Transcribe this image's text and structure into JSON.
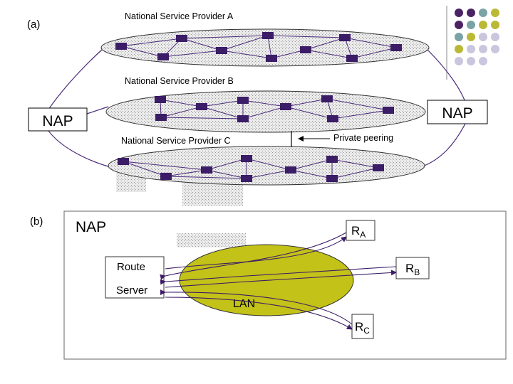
{
  "part_a": {
    "label": "(a)",
    "provider_a": "National Service Provider A",
    "provider_b": "National Service Provider B",
    "provider_c": "National Service Provider C",
    "nap_left": "NAP",
    "nap_right": "NAP",
    "private_peering": "Private peering"
  },
  "part_b": {
    "label": "(b)",
    "nap": "NAP",
    "route_server_line1": "Route",
    "route_server_line2": "Server",
    "lan": "LAN",
    "router_a": {
      "main": "R",
      "sub": "A"
    },
    "router_b": {
      "main": "R",
      "sub": "B"
    },
    "router_c": {
      "main": "R",
      "sub": "C"
    }
  },
  "colors": {
    "node": "#3b1c66",
    "link": "#4a2a7a",
    "lan_fill": "#c3c218",
    "cloud_fill": "#e0e0e0",
    "dot_purple": "#4b2365",
    "dot_teal": "#7aa3a6",
    "dot_olive": "#b9b935",
    "dot_lavender": "#c9c6de"
  }
}
